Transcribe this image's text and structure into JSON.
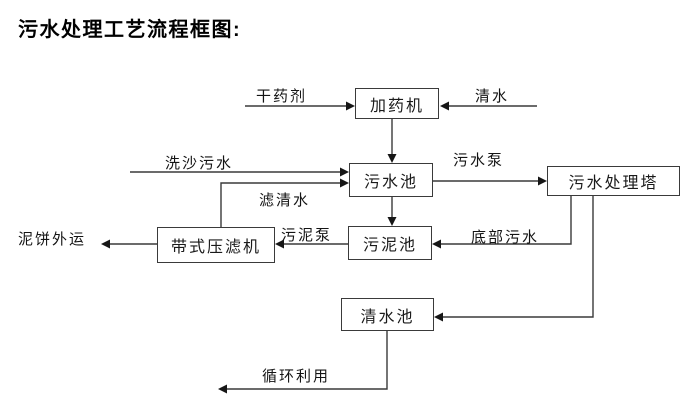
{
  "title": "污水处理工艺流程框图:",
  "nodes": {
    "dosing_machine": {
      "label": "加药机"
    },
    "sewage_pool": {
      "label": "污水池"
    },
    "treatment_tower": {
      "label": "污水处理塔"
    },
    "belt_filter_press": {
      "label": "带式压滤机"
    },
    "sludge_pool": {
      "label": "污泥池"
    },
    "clean_water_pool": {
      "label": "清水池"
    }
  },
  "edges": {
    "dry_agent": "干药剂",
    "clean_water_in": "清水",
    "sand_washing_sewage": "洗沙污水",
    "filtered_water": "滤清水",
    "sewage_pump": "污水泵",
    "sludge_pump": "污泥泵",
    "mud_cake_out": "泥饼外运",
    "bottom_sewage": "底部污水",
    "recycle_use": "循环利用"
  },
  "colors": {
    "line": "#3a3a3a",
    "text": "#141414",
    "background": "#ffffff"
  }
}
